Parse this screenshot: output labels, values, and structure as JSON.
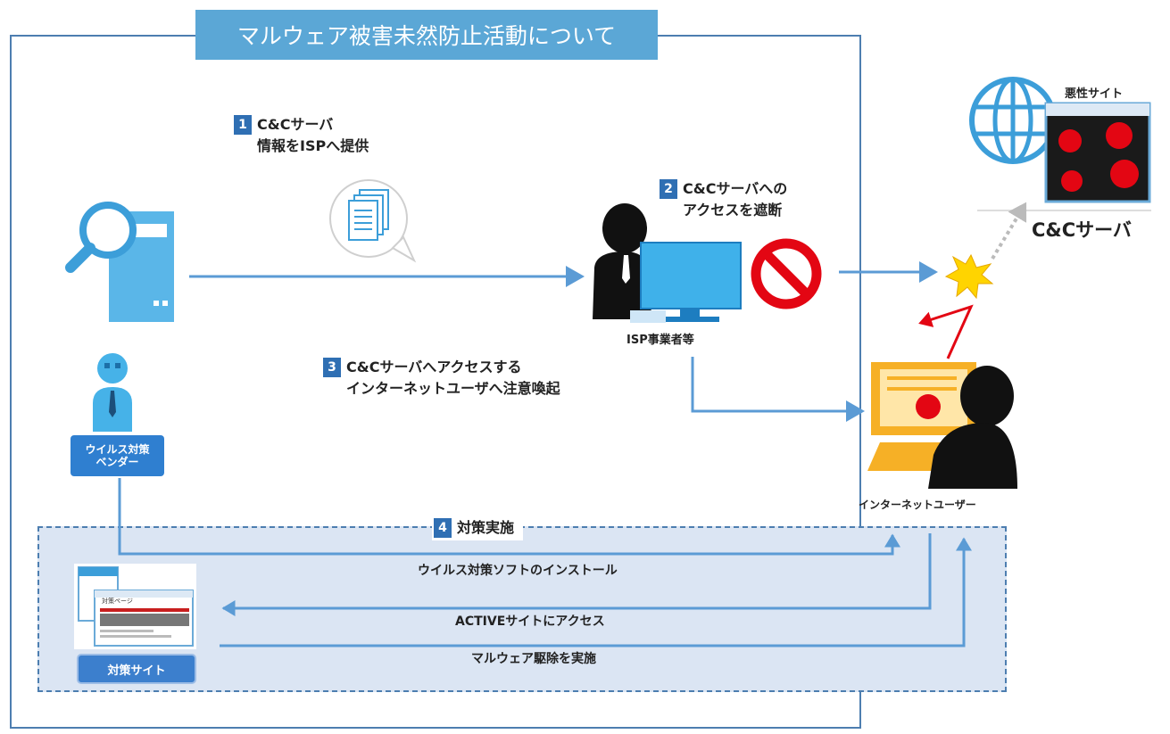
{
  "title": "マルウェア被害未然防止活動について",
  "steps": [
    {
      "num": "1",
      "lines": [
        "C&Cサーバ",
        "情報をISPへ提供"
      ]
    },
    {
      "num": "2",
      "lines": [
        "C&Cサーバへの",
        "アクセスを遮断"
      ]
    },
    {
      "num": "3",
      "lines": [
        "C&Cサーバへアクセスする",
        "インターネットユーザへ注意喚起"
      ]
    },
    {
      "num": "4",
      "lines": [
        "対策実施"
      ]
    }
  ],
  "labels": {
    "isp": "ISP事業者等",
    "vendor_lines": [
      "ウイルス対策",
      "ベンダー"
    ],
    "malicious_site": "悪性サイト",
    "cc_server": "C&Cサーバ",
    "internet_user": "インターネットユーザー",
    "countermeasure_site": "対策サイト",
    "install": "ウイルス対策ソフトのインストール",
    "access_active": "ACTIVEサイトにアクセス",
    "remove_malware": "マルウェア駆除を実施",
    "thumb_title": "対策ページ"
  },
  "colors": {
    "frame": "#4d7eb0",
    "banner": "#5ba7d6",
    "arrow": "#5b9bd5",
    "step_badge": "#2f6fb3",
    "block_icon": "#e30613",
    "dashed_area": "#dbe5f3"
  }
}
